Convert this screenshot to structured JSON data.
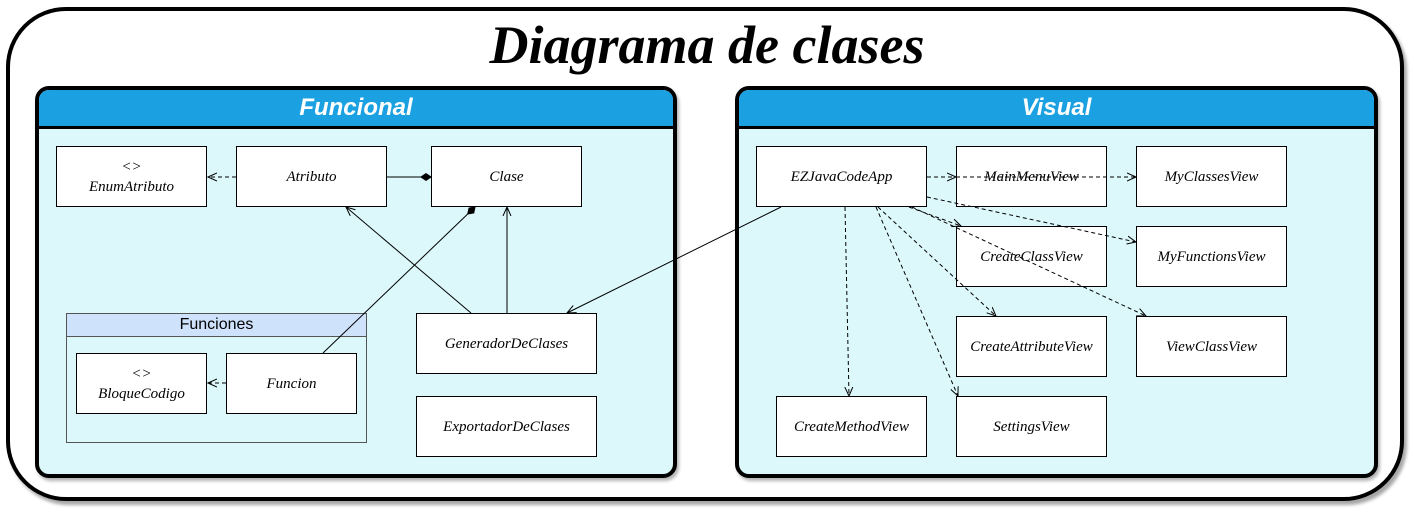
{
  "title": "Diagrama de clases",
  "packages": {
    "funcional": {
      "label": "Funcional"
    },
    "visual": {
      "label": "Visual"
    }
  },
  "subpackages": {
    "funciones": {
      "label": "Funciones"
    }
  },
  "classes": {
    "enum_atributo": {
      "stereotype": "<>",
      "name": "EnumAtributo"
    },
    "atributo": {
      "name": "Atributo"
    },
    "clase": {
      "name": "Clase"
    },
    "bloque_codigo": {
      "stereotype": "<>",
      "name": "BloqueCodigo"
    },
    "funcion": {
      "name": "Funcion"
    },
    "generador_de_clases": {
      "name": "GeneradorDeClases"
    },
    "exportador_de_clases": {
      "name": "ExportadorDeClases"
    },
    "ezjava_code_app": {
      "name": "EZJavaCodeApp"
    },
    "main_menu_view": {
      "name": "MainMenuView"
    },
    "my_classes_view": {
      "name": "MyClassesView"
    },
    "create_class_view": {
      "name": "CreateClassView"
    },
    "my_functions_view": {
      "name": "MyFunctionsView"
    },
    "create_attribute_view": {
      "name": "CreateAttributeView"
    },
    "view_class_view": {
      "name": "ViewClassView"
    },
    "create_method_view": {
      "name": "CreateMethodView"
    },
    "settings_view": {
      "name": "SettingsView"
    }
  },
  "relationships": [
    {
      "from": "Atributo",
      "to": "EnumAtributo",
      "kind": "dependency"
    },
    {
      "from": "Clase",
      "to": "Atributo",
      "kind": "composition"
    },
    {
      "from": "Funcion",
      "to": "Clase",
      "kind": "composition"
    },
    {
      "from": "GeneradorDeClases",
      "to": "Atributo",
      "kind": "association"
    },
    {
      "from": "GeneradorDeClases",
      "to": "Clase",
      "kind": "association"
    },
    {
      "from": "Funcion",
      "to": "BloqueCodigo",
      "kind": "dependency"
    },
    {
      "from": "EZJavaCodeApp",
      "to": "GeneradorDeClases",
      "kind": "association"
    },
    {
      "from": "EZJavaCodeApp",
      "to": "MainMenuView",
      "kind": "dependency"
    },
    {
      "from": "EZJavaCodeApp",
      "to": "MyClassesView",
      "kind": "dependency"
    },
    {
      "from": "EZJavaCodeApp",
      "to": "CreateClassView",
      "kind": "dependency"
    },
    {
      "from": "EZJavaCodeApp",
      "to": "MyFunctionsView",
      "kind": "dependency"
    },
    {
      "from": "EZJavaCodeApp",
      "to": "CreateAttributeView",
      "kind": "dependency"
    },
    {
      "from": "EZJavaCodeApp",
      "to": "ViewClassView",
      "kind": "dependency"
    },
    {
      "from": "EZJavaCodeApp",
      "to": "CreateMethodView",
      "kind": "dependency"
    },
    {
      "from": "EZJavaCodeApp",
      "to": "SettingsView",
      "kind": "dependency"
    }
  ]
}
